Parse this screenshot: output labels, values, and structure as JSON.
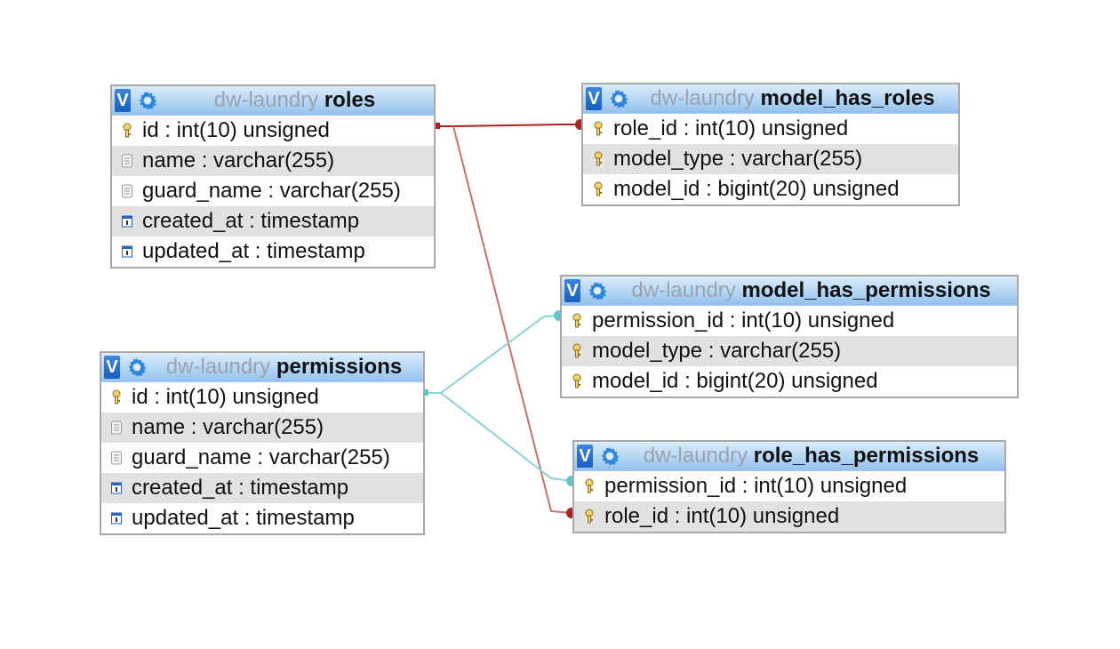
{
  "tables": {
    "roles": {
      "db": "dw-laundry",
      "name": "roles",
      "columns": [
        {
          "text": "id : int(10) unsigned",
          "icon": "key-icon"
        },
        {
          "text": "name : varchar(255)",
          "icon": "field-icon"
        },
        {
          "text": "guard_name : varchar(255)",
          "icon": "field-icon"
        },
        {
          "text": "created_at : timestamp",
          "icon": "timestamp-icon"
        },
        {
          "text": "updated_at : timestamp",
          "icon": "timestamp-icon"
        }
      ]
    },
    "permissions": {
      "db": "dw-laundry",
      "name": "permissions",
      "columns": [
        {
          "text": "id : int(10) unsigned",
          "icon": "key-icon"
        },
        {
          "text": "name : varchar(255)",
          "icon": "field-icon"
        },
        {
          "text": "guard_name : varchar(255)",
          "icon": "field-icon"
        },
        {
          "text": "created_at : timestamp",
          "icon": "timestamp-icon"
        },
        {
          "text": "updated_at : timestamp",
          "icon": "timestamp-icon"
        }
      ]
    },
    "model_has_roles": {
      "db": "dw-laundry",
      "name": "model_has_roles",
      "columns": [
        {
          "text": "role_id : int(10) unsigned",
          "icon": "key-icon"
        },
        {
          "text": "model_type : varchar(255)",
          "icon": "key-icon"
        },
        {
          "text": "model_id : bigint(20) unsigned",
          "icon": "key-icon"
        }
      ]
    },
    "model_has_permissions": {
      "db": "dw-laundry",
      "name": "model_has_permissions",
      "columns": [
        {
          "text": "permission_id : int(10) unsigned",
          "icon": "key-icon"
        },
        {
          "text": "model_type : varchar(255)",
          "icon": "key-icon"
        },
        {
          "text": "model_id : bigint(20) unsigned",
          "icon": "key-icon"
        }
      ]
    },
    "role_has_permissions": {
      "db": "dw-laundry",
      "name": "role_has_permissions",
      "columns": [
        {
          "text": "permission_id : int(10) unsigned",
          "icon": "key-icon"
        },
        {
          "text": "role_id : int(10) unsigned",
          "icon": "key-icon"
        }
      ]
    }
  },
  "header": {
    "toggle_label": "V",
    "toggle_icon": "toggle-v-icon",
    "settings_icon": "gear-icon"
  },
  "relations": [
    {
      "from": "roles.id",
      "to": "model_has_roles.role_id",
      "color": "#a8241d"
    },
    {
      "from": "roles.id",
      "to": "role_has_permissions.role_id",
      "color": "#a8241d"
    },
    {
      "from": "permissions.id",
      "to": "model_has_permissions.permission_id",
      "color": "#5fc7cc"
    },
    {
      "from": "permissions.id",
      "to": "role_has_permissions.permission_id",
      "color": "#5fc7cc"
    }
  ],
  "colors": {
    "header_gradient_top": "#dcecfb",
    "header_gradient_bottom": "#93c1ee",
    "toggle_blue": "#1b5fc0",
    "db_name_gray": "#9aa4ae",
    "alt_row": "#e2e2e2",
    "border": "#a9a9a9"
  }
}
